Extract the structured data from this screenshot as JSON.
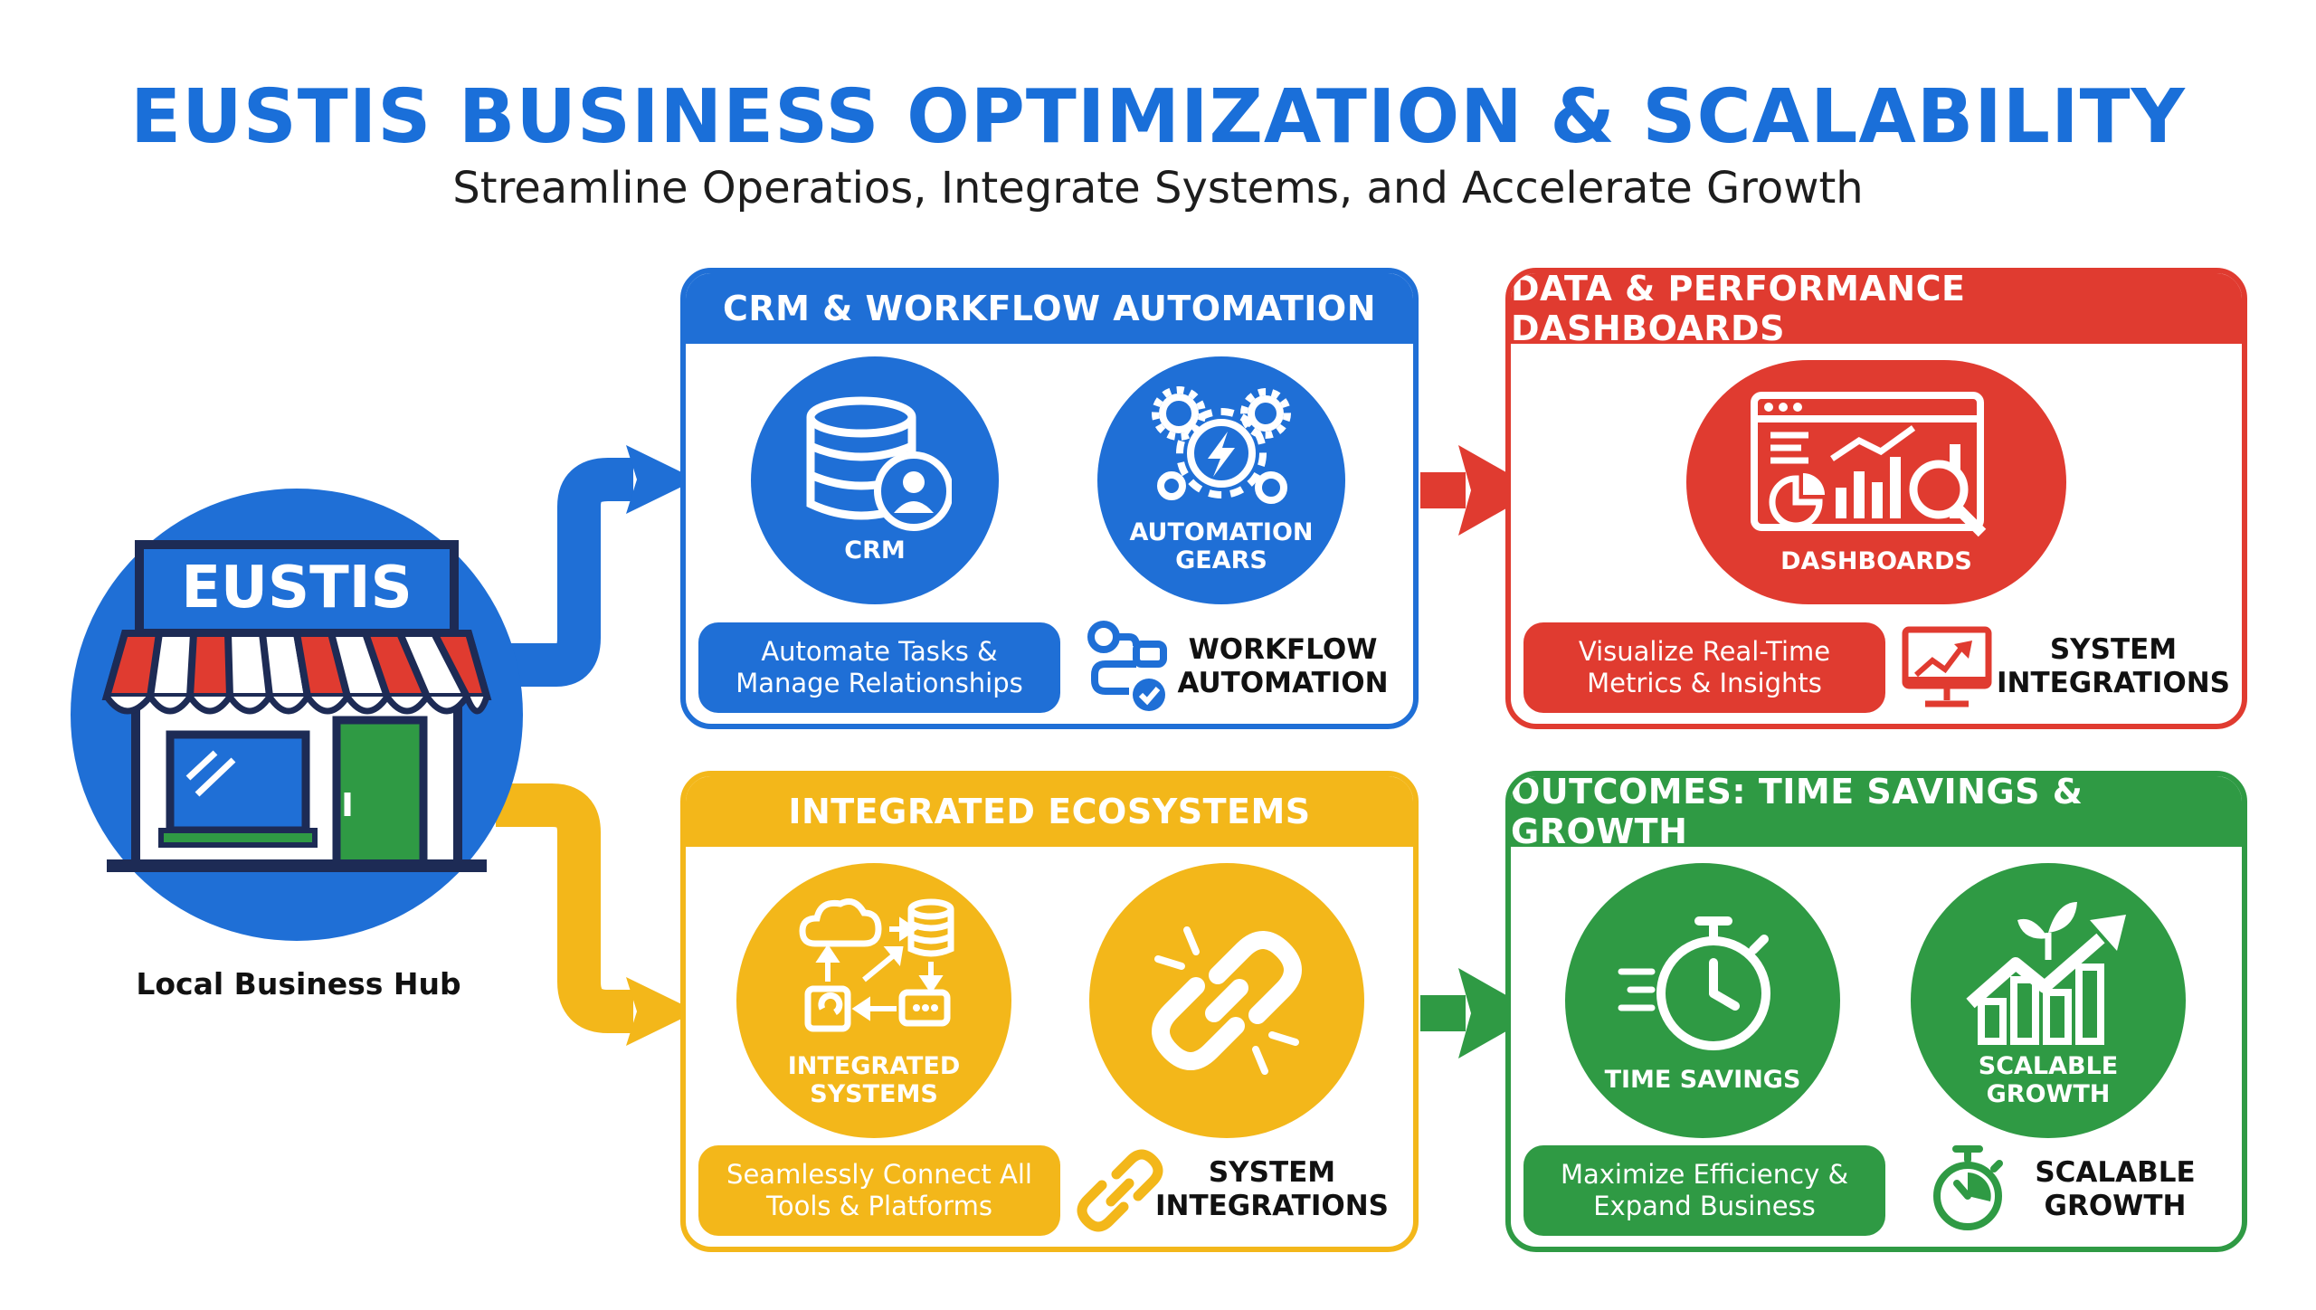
{
  "title": "EUSTIS BUSINESS OPTIMIZATION & SCALABILITY",
  "subtitle": "Streamline Operatios, Integrate Systems, and Accelerate Growth",
  "hub": {
    "sign": "EUSTIS",
    "label": "Local Business Hub"
  },
  "panels": {
    "crm": {
      "header": "CRM & WORKFLOW AUTOMATION",
      "circle1": "CRM",
      "circle2": "AUTOMATION GEARS",
      "pill": "Automate Tasks & Manage Relationships",
      "side": "WORKFLOW AUTOMATION",
      "color": "#1f6fd6"
    },
    "data": {
      "header": "DATA & PERFORMANCE DASHBOARDS",
      "circle1": "DASHBOARDS",
      "pill": "Visualize Real-Time Metrics & Insights",
      "side": "SYSTEM INTEGRATIONS",
      "color": "#e03b30"
    },
    "integrated": {
      "header": "INTEGRATED ECOSYSTEMS",
      "circle1": "INTEGRATED SYSTEMS",
      "pill": "Seamlessly Connect All Tools & Platforms",
      "side": "SYSTEM INTEGRATIONS",
      "color": "#f3b71a"
    },
    "outcomes": {
      "header": "OUTCOMES: TIME SAVINGS & GROWTH",
      "circle1": "TIME SAVINGS",
      "circle2": "SCALABLE GROWTH",
      "pill": "Maximize Efficiency & Expand Business",
      "side": "SCALABLE GROWTH",
      "color": "#2f9a44"
    }
  },
  "icons": {
    "hub": "storefront-icon",
    "crm": "database-user-icon",
    "gears": "gears-lightning-icon",
    "workflow": "workflow-icon",
    "dashboard": "dashboard-chart-icon",
    "monitor": "monitor-chart-icon",
    "integrated": "cloud-database-icon",
    "link": "broken-link-icon",
    "link_small": "chain-link-icon",
    "stopwatch": "stopwatch-icon",
    "growth": "growth-chart-plant-icon",
    "stopwatch_small": "stopwatch-small-icon"
  }
}
